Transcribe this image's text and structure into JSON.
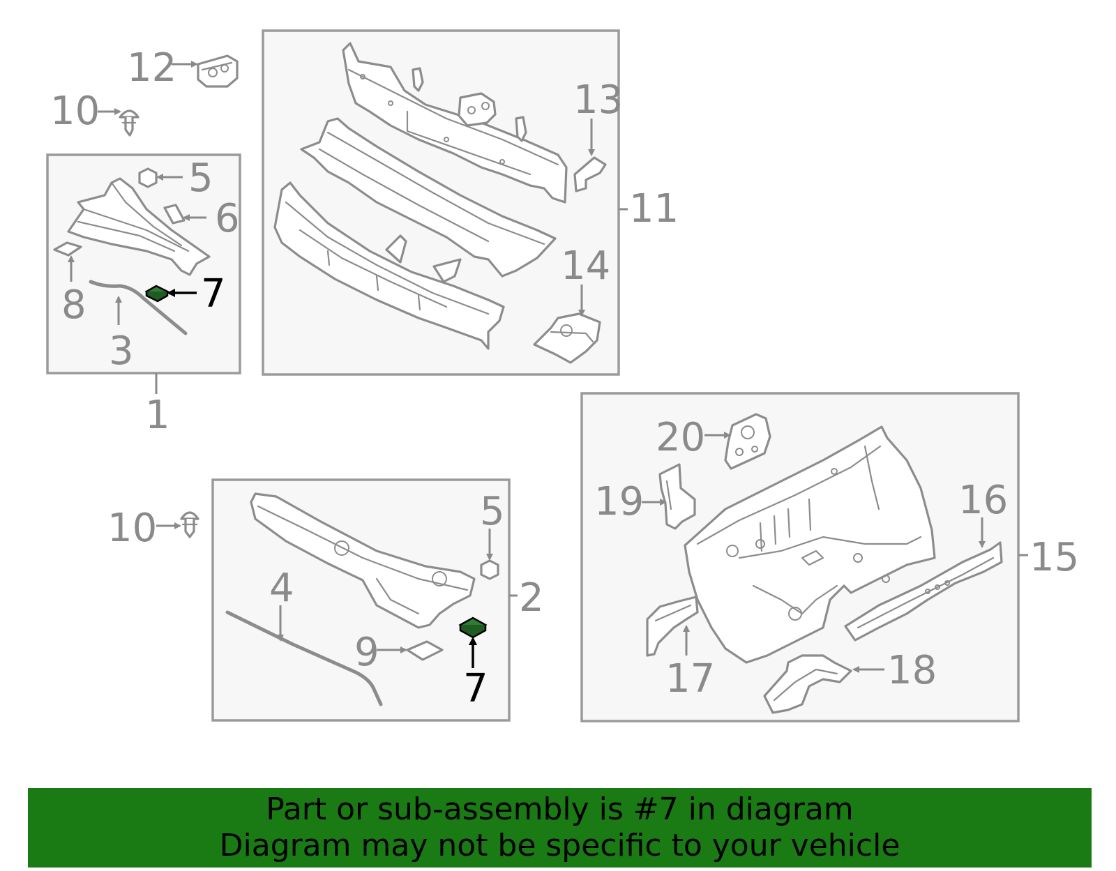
{
  "banner": {
    "line1": "Part or sub-assembly is #7 in diagram",
    "line2": "Diagram may not be specific to your vehicle"
  },
  "colors": {
    "banner_bg": "#1a7a14",
    "highlight_part": "#2e7d32",
    "part_stroke": "#8c8c8c",
    "box_fill": "#f7f7f7"
  },
  "callouts": {
    "c1": "1",
    "c2": "2",
    "c3": "3",
    "c4": "4",
    "c5a": "5",
    "c5b": "5",
    "c6": "6",
    "c7a": "7",
    "c7b": "7",
    "c8": "8",
    "c9": "9",
    "c10a": "10",
    "c10b": "10",
    "c11": "11",
    "c12": "12",
    "c13": "13",
    "c14": "14",
    "c15": "15",
    "c16": "16",
    "c17": "17",
    "c18": "18",
    "c19": "19",
    "c20": "20"
  },
  "highlighted_part": "7"
}
